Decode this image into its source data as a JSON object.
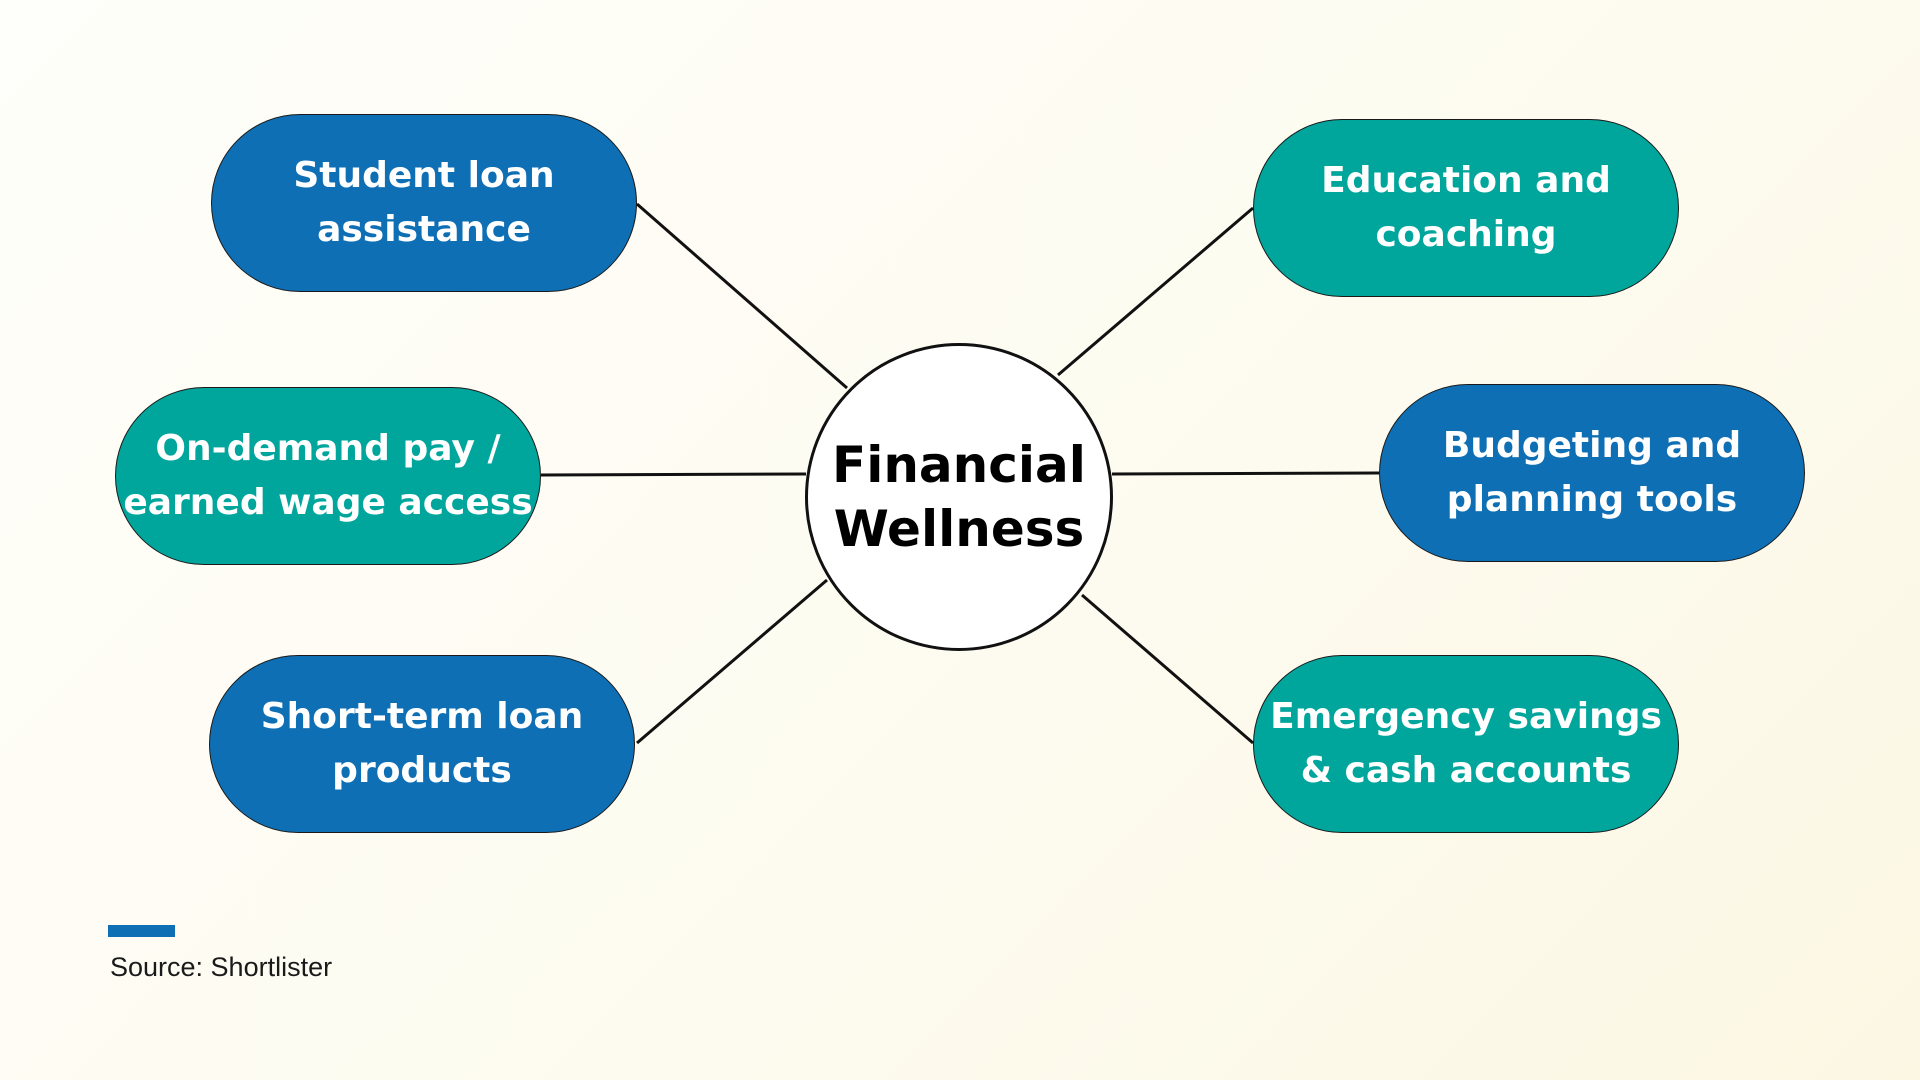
{
  "center": {
    "line1": "Financial",
    "line2": "Wellness"
  },
  "nodes": [
    {
      "line1": "Student loan",
      "line2": "assistance"
    },
    {
      "line1": "Education and",
      "line2": "coaching"
    },
    {
      "line1": "On-demand pay /",
      "line2": "earned wage access"
    },
    {
      "line1": "Budgeting and",
      "line2": "planning tools"
    },
    {
      "line1": "Short-term loan",
      "line2": "products"
    },
    {
      "line1": "Emergency savings",
      "line2": "& cash accounts"
    }
  ],
  "source": "Source: Shortlister",
  "colors": {
    "blue": "#0f6fb5",
    "teal": "#00a59c"
  }
}
